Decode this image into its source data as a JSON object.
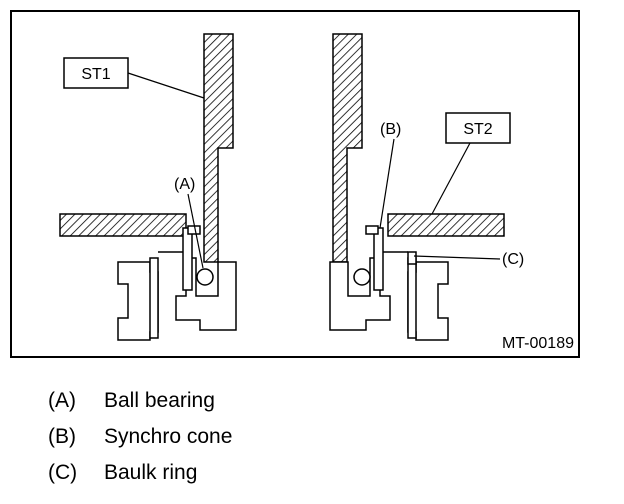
{
  "figure": {
    "labels": {
      "st1": "ST1",
      "st2": "ST2",
      "a": "(A)",
      "b": "(B)",
      "c": "(C)",
      "code": "MT-00189"
    }
  },
  "legend": [
    {
      "key": "(A)",
      "text": "Ball bearing"
    },
    {
      "key": "(B)",
      "text": "Synchro cone"
    },
    {
      "key": "(C)",
      "text": "Baulk ring"
    }
  ]
}
